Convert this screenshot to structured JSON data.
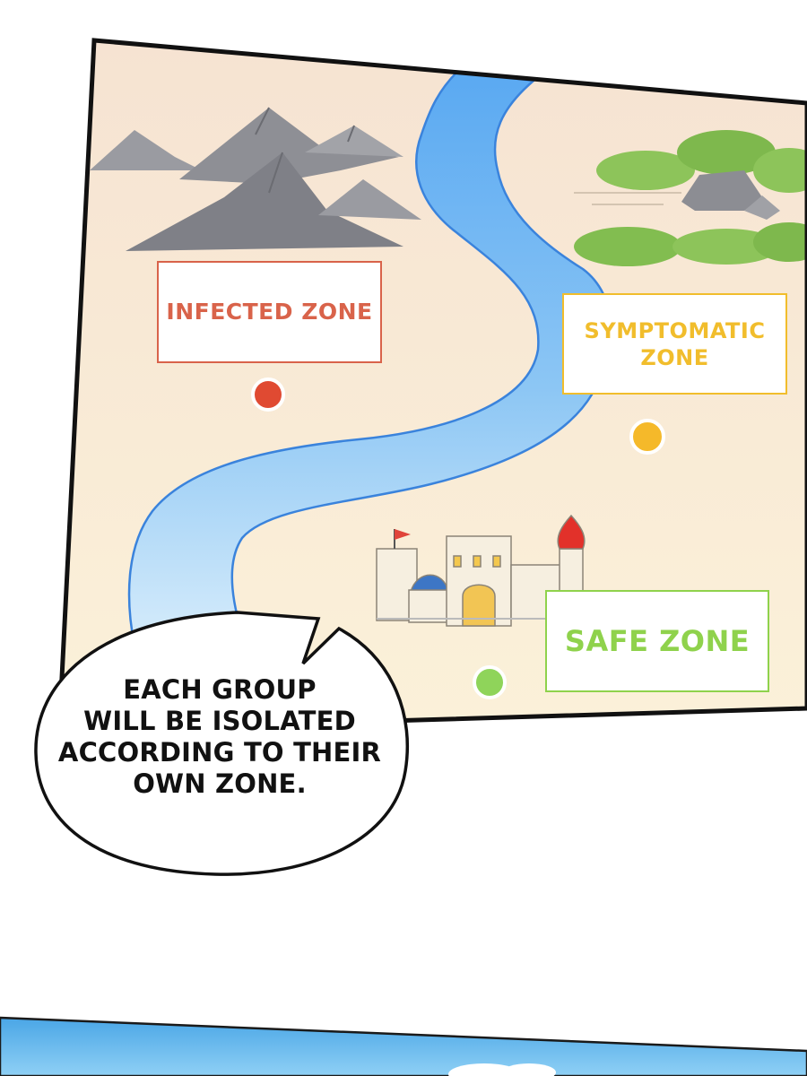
{
  "map": {
    "zones": {
      "infected": {
        "label": "INFECTED ZONE",
        "color": "#d9634a"
      },
      "symptomatic": {
        "label": "SYMPTOMATIC\nZONE",
        "line1": "SYMPTOMATIC",
        "line2": "ZONE",
        "color": "#f1bd2c"
      },
      "safe": {
        "label": "SAFE ZONE",
        "color": "#8fd24c"
      }
    },
    "colors": {
      "paper": "#f9e9d4",
      "river": "#6cb4f2",
      "river_edge": "#3a83dc",
      "mountains": "#8c8d93",
      "bushes": "#8dc45a",
      "castle": "#f6efe0"
    }
  },
  "speech_bubble": {
    "lines": [
      "EACH GROUP",
      "WILL BE ISOLATED",
      "ACCORDING TO THEIR",
      "OWN ZONE."
    ]
  },
  "sky": {
    "color": "#62b8ec"
  }
}
